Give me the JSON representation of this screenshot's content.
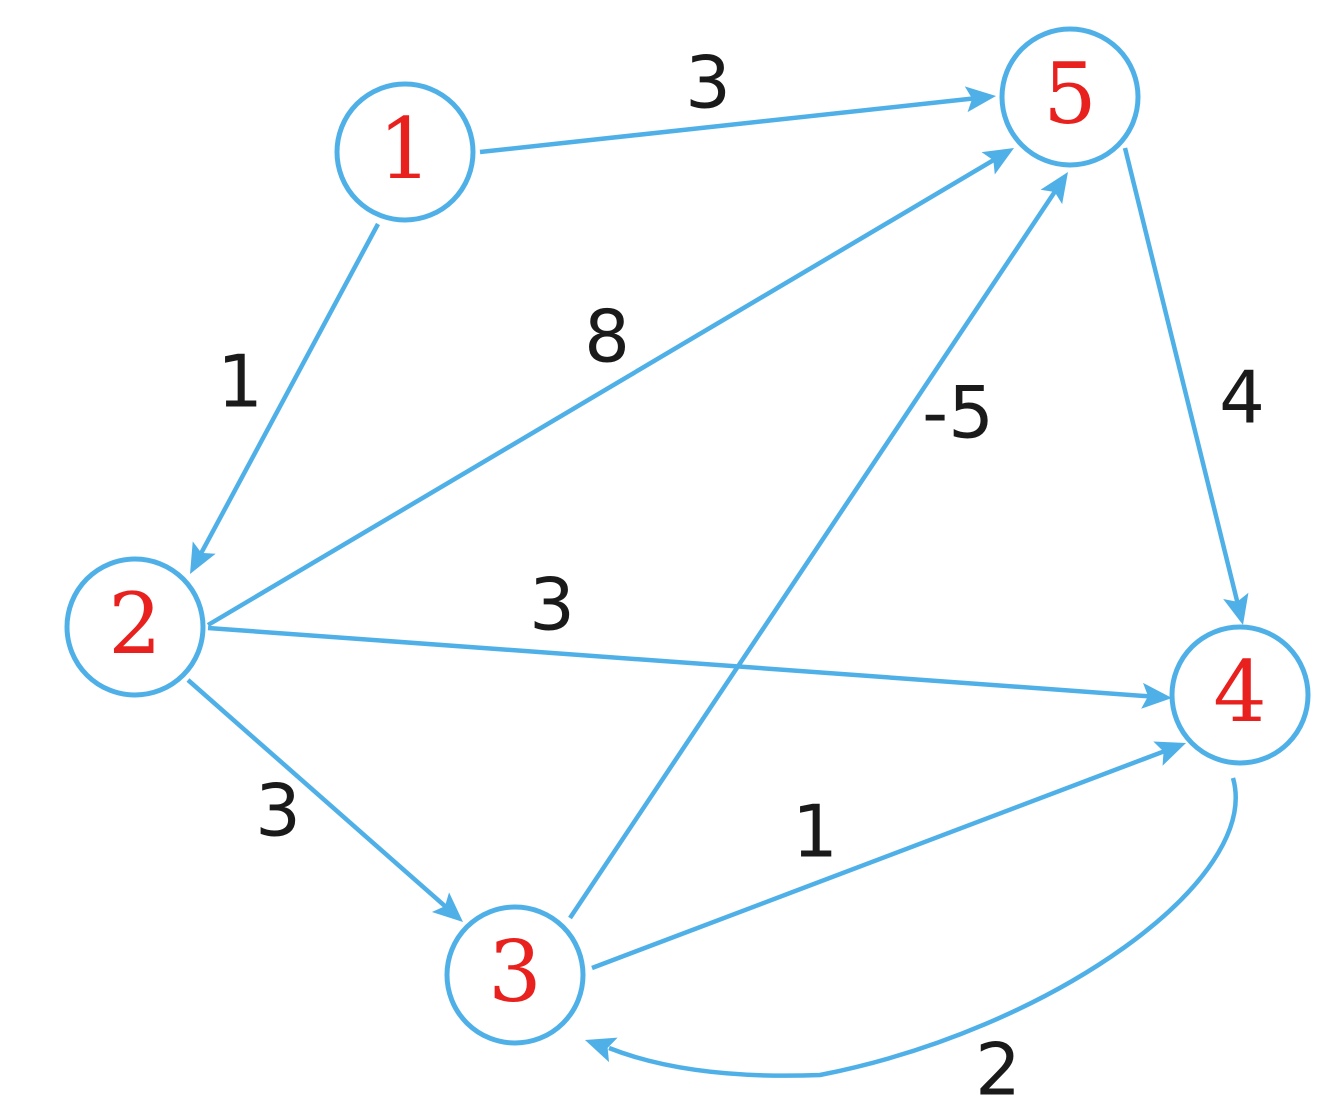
{
  "colors": {
    "edge": "#4fb0e8",
    "node_border": "#4fb0e8",
    "node_label": "#e8211e",
    "weight_label": "#1a1a1a",
    "background": "#ffffff"
  },
  "nodes": [
    {
      "id": "1",
      "label": "1"
    },
    {
      "id": "2",
      "label": "2"
    },
    {
      "id": "3",
      "label": "3"
    },
    {
      "id": "4",
      "label": "4"
    },
    {
      "id": "5",
      "label": "5"
    }
  ],
  "edges": [
    {
      "id": "e1-5",
      "from": "1",
      "to": "5",
      "weight": "3"
    },
    {
      "id": "e1-2",
      "from": "1",
      "to": "2",
      "weight": "1"
    },
    {
      "id": "e2-5",
      "from": "2",
      "to": "5",
      "weight": "8"
    },
    {
      "id": "e3-5",
      "from": "3",
      "to": "5",
      "weight": "-5"
    },
    {
      "id": "e5-4",
      "from": "5",
      "to": "4",
      "weight": "4"
    },
    {
      "id": "e2-4",
      "from": "2",
      "to": "4",
      "weight": "3"
    },
    {
      "id": "e2-3",
      "from": "2",
      "to": "3",
      "weight": "3"
    },
    {
      "id": "e3-4",
      "from": "3",
      "to": "4",
      "weight": "1"
    },
    {
      "id": "e4-3",
      "from": "4",
      "to": "3",
      "weight": "2"
    }
  ]
}
